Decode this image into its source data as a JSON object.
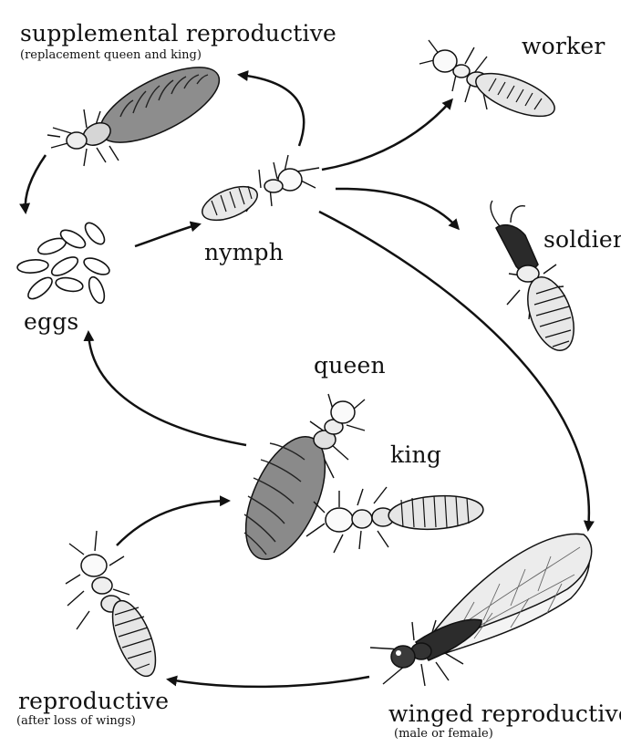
{
  "labels": {
    "supplemental_reproductive": "supplemental reproductive",
    "supplemental_reproductive_note": "(replacement queen and king)",
    "worker": "worker",
    "nymph": "nymph",
    "soldier": "soldier",
    "eggs": "eggs",
    "queen": "queen",
    "king": "king",
    "reproductive": "reproductive",
    "reproductive_note": "(after loss of wings)",
    "winged_reproductive": "winged reproductive",
    "winged_reproductive_note": "(male or female)"
  },
  "colors": {
    "ink": "#111111",
    "background": "#ffffff",
    "shade": "#7a7a7a"
  },
  "icons": [
    "supplemental-reproductive-termite",
    "worker-termite",
    "nymph-termite",
    "soldier-termite",
    "eggs-cluster",
    "queen-termite",
    "king-termite",
    "reproductive-termite",
    "winged-reproductive-termite"
  ]
}
